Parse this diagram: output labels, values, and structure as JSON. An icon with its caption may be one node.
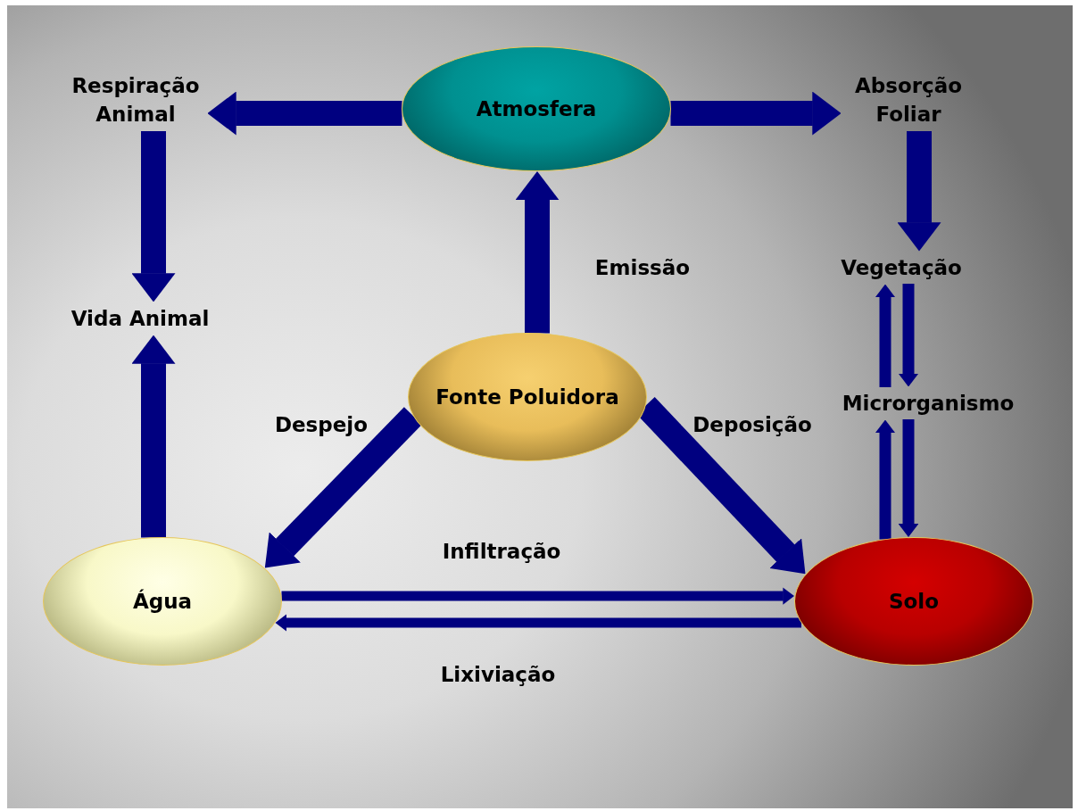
{
  "diagram": {
    "nodes": [
      {
        "text": [
          "Atmosfera"
        ]
      },
      {
        "text": [
          "Respiração Animal"
        ]
      },
      {
        "text": [
          "Absorção Foliar"
        ]
      },
      {
        "text": [
          "Vegetação"
        ]
      },
      {
        "text": [
          "Vida Animal"
        ]
      },
      {
        "text": [
          "Fonte Poluidora"
        ]
      },
      {
        "text": [
          "Microrganismo"
        ]
      },
      {
        "text": [
          "Água"
        ]
      },
      {
        "text": [
          "Solo"
        ]
      }
    ],
    "edges": [
      {
        "from": 0,
        "to": 1,
        "arrow": "to"
      },
      {
        "from": 0,
        "to": 2,
        "arrow": "to"
      },
      {
        "from": 2,
        "to": 3,
        "arrow": "to"
      },
      {
        "from": 1,
        "to": 4,
        "arrow": "to"
      },
      {
        "from": 5,
        "to": 0,
        "arrow": "to",
        "label": "Emissão"
      },
      {
        "from": 7,
        "to": 4,
        "arrow": "to"
      },
      {
        "from": 5,
        "to": 7,
        "arrow": "to",
        "label": "Despejo"
      },
      {
        "from": 5,
        "to": 8,
        "arrow": "to",
        "label": "Deposição"
      },
      {
        "from": 6,
        "to": 3,
        "arrow": "to"
      },
      {
        "from": 3,
        "to": 6,
        "arrow": "to"
      },
      {
        "from": 8,
        "to": 6,
        "arrow": "to"
      },
      {
        "from": 6,
        "to": 8,
        "arrow": "to"
      },
      {
        "from": 7,
        "to": 8,
        "arrow": "to",
        "label": "Infiltração"
      },
      {
        "from": 8,
        "to": 7,
        "arrow": "to",
        "label": "Lixiviação"
      }
    ]
  }
}
